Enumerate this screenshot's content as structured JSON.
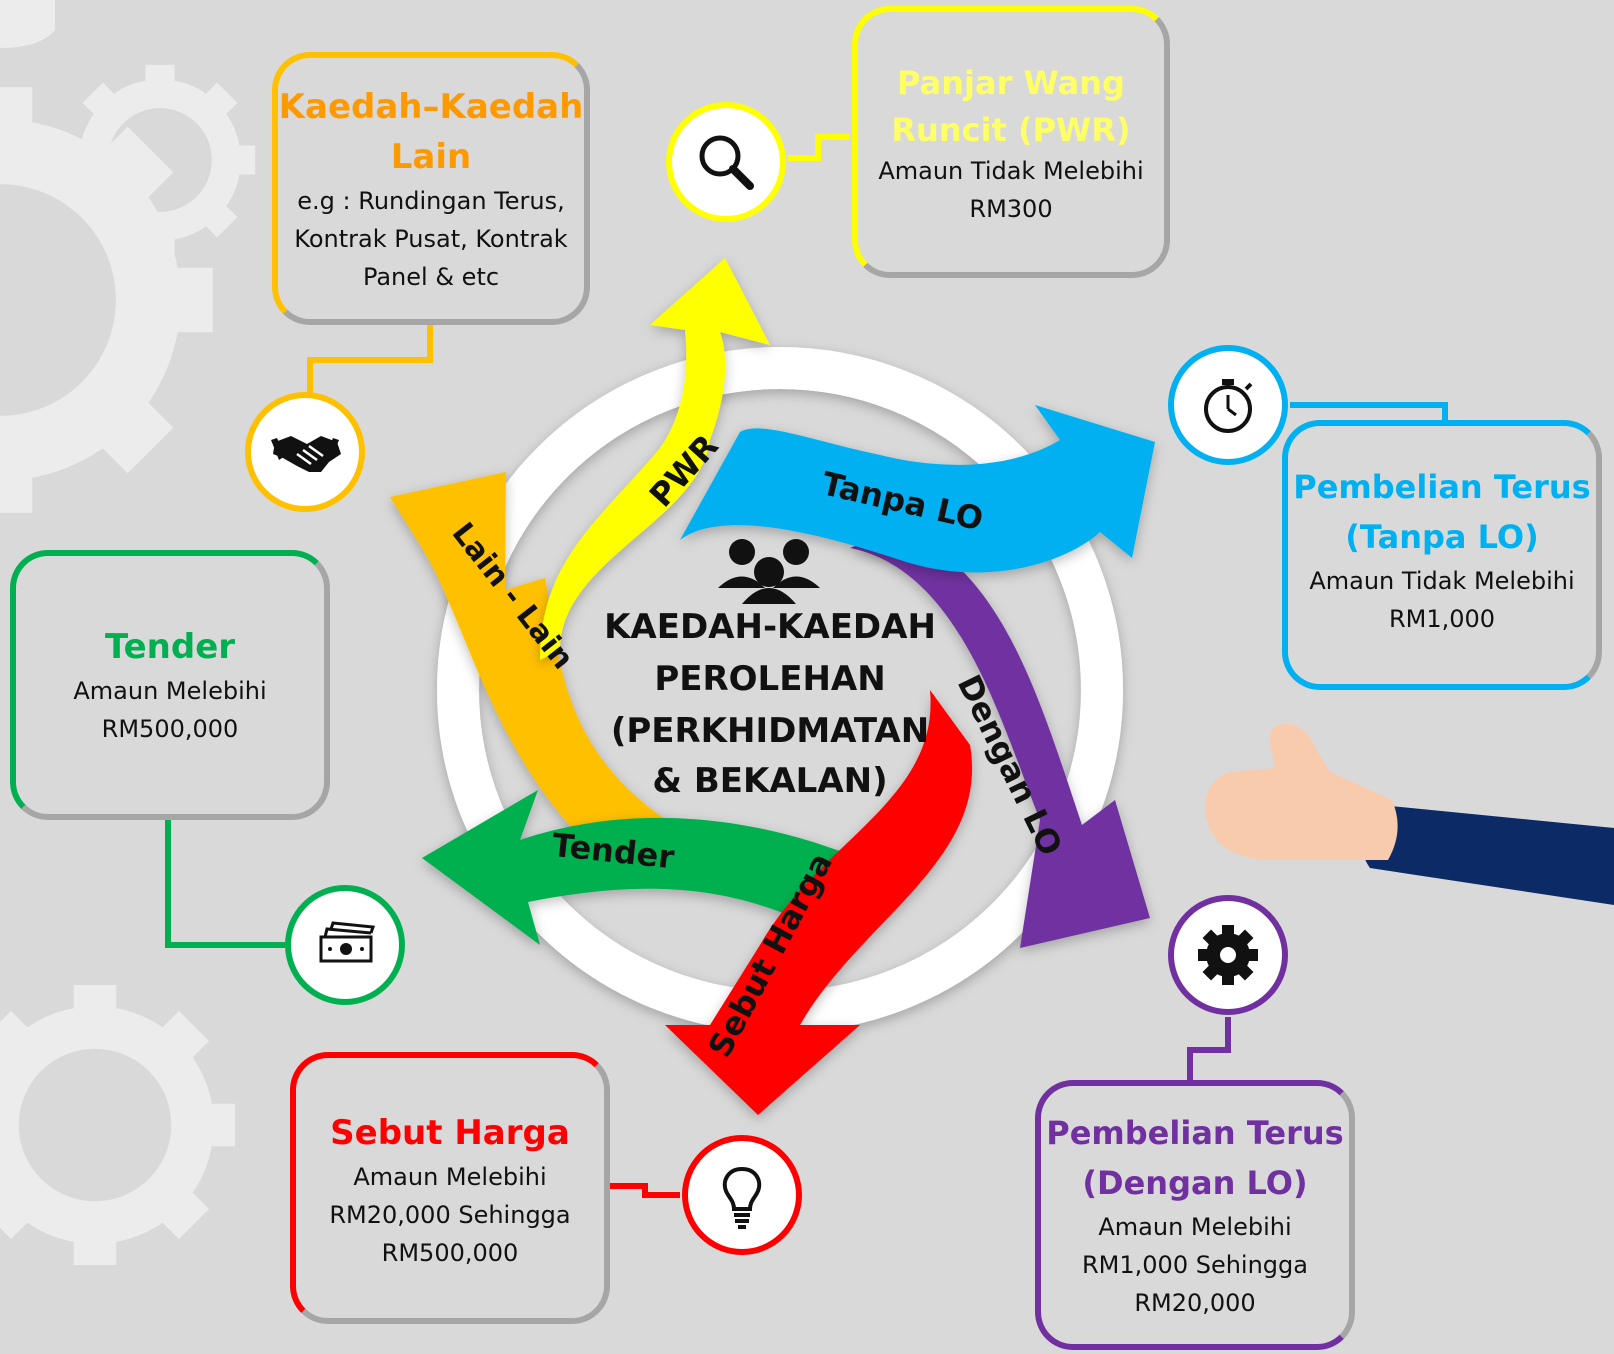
{
  "center": {
    "lines": [
      "KAEDAH-KAEDAH",
      "PEROLEHAN",
      "(PERKHIDMATAN",
      "& BEKALAN)"
    ],
    "icon": "users-icon"
  },
  "arrows": {
    "pwr": "PWR",
    "tanpa_lo": "Tanpa LO",
    "dengan_lo": "Dengan LO",
    "sebut_harga": "Sebut Harga",
    "tender": "Tender",
    "lain_lain": "Lain - Lain"
  },
  "boxes": {
    "kaedah_lain": {
      "title1": "Kaedah–Kaedah",
      "title2": "Lain",
      "lines": [
        "e.g : Rundingan Terus,",
        "Kontrak Pusat, Kontrak",
        "Panel & etc"
      ],
      "icon": "handshake-icon"
    },
    "pwr": {
      "title1": "Panjar Wang",
      "title2": "Runcit (PWR)",
      "lines": [
        "Amaun Tidak Melebihi",
        "RM300"
      ],
      "icon": "search-icon"
    },
    "tanpa_lo": {
      "title1": "Pembelian Terus",
      "title2": "(Tanpa LO)",
      "lines": [
        "Amaun Tidak Melebihi",
        "RM1,000"
      ],
      "icon": "stopwatch-icon"
    },
    "tender": {
      "title1": "Tender",
      "lines": [
        "Amaun Melebihi",
        "RM500,000"
      ],
      "icon": "money-icon"
    },
    "sebut_harga": {
      "title1": "Sebut Harga",
      "lines": [
        "Amaun Melebihi",
        "RM20,000 Sehingga",
        "RM500,000"
      ],
      "icon": "lightbulb-icon"
    },
    "dengan_lo": {
      "title1": "Pembelian Terus",
      "title2": "(Dengan LO)",
      "lines": [
        "Amaun Melebihi",
        "RM1,000 Sehingga",
        "RM20,000"
      ],
      "icon": "gear-icon"
    }
  },
  "colors": {
    "orange": "#ffc000",
    "yellow": "#ffff00",
    "blue": "#00b0f0",
    "purple": "#7030a0",
    "red": "#ff0000",
    "green": "#00b050",
    "background": "#d9d9d9"
  }
}
